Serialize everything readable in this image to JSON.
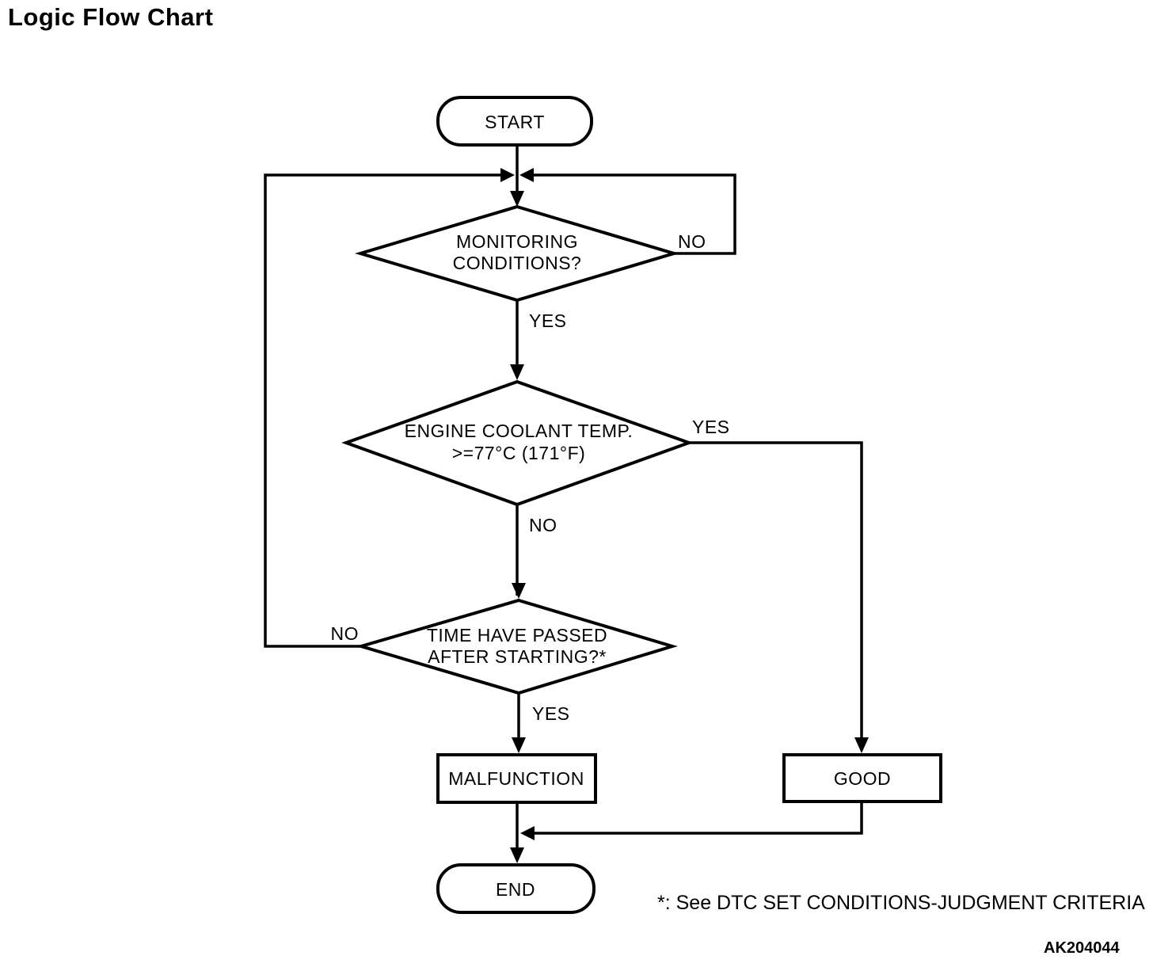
{
  "title": "Logic Flow Chart",
  "footnote": "*: See DTC SET CONDITIONS-JUDGMENT CRITERIA",
  "figure_code": "AK204044",
  "colors": {
    "line": "#000000",
    "background": "#ffffff"
  },
  "flowchart": {
    "start": {
      "label": "START"
    },
    "monitoring_decision": {
      "line1": "MONITORING",
      "line2": "CONDITIONS?",
      "no_label": "NO",
      "yes_label": "YES"
    },
    "coolant_decision": {
      "line1": "ENGINE COOLANT TEMP.",
      "line2": ">=77°C (171°F)",
      "yes_label": "YES",
      "no_label": "NO"
    },
    "time_decision": {
      "line1": "TIME HAVE PASSED",
      "line2": "AFTER STARTING?*",
      "no_label": "NO",
      "yes_label": "YES"
    },
    "malfunction": {
      "label": "MALFUNCTION"
    },
    "good": {
      "label": "GOOD"
    },
    "end": {
      "label": "END"
    }
  }
}
